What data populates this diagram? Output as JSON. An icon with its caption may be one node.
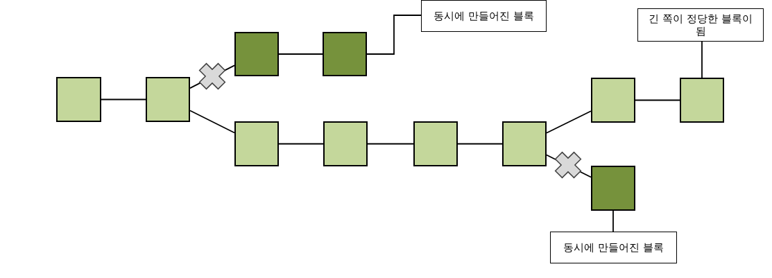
{
  "diagram": {
    "nodes": [
      {
        "text": [],
        "shape": "box"
      },
      {
        "text": [],
        "shape": "box"
      },
      {
        "text": [],
        "shape": "box"
      },
      {
        "text": [],
        "shape": "box"
      },
      {
        "text": [
          "동시에 만들어진 블록"
        ]
      },
      {
        "text": [],
        "shape": "box"
      },
      {
        "text": [],
        "shape": "box"
      },
      {
        "text": [],
        "shape": "box"
      },
      {
        "text": [],
        "shape": "box"
      },
      {
        "text": [],
        "shape": "box"
      },
      {
        "text": [
          "긴 쪽이 정당한 블록이 됨"
        ]
      },
      {
        "text": [],
        "shape": "box"
      },
      {
        "text": [],
        "shape": "box"
      },
      {
        "text": [
          "동시에 만들어진 블록"
        ]
      }
    ],
    "edges": [
      {
        "from": 0,
        "to": 1,
        "arrow": "none"
      },
      {
        "from": 1,
        "to": 2,
        "arrow": "none"
      },
      {
        "from": 2,
        "to": 3,
        "arrow": "none"
      },
      {
        "from": 3,
        "to": 4,
        "arrow": "none"
      },
      {
        "from": 1,
        "to": 5,
        "arrow": "none"
      },
      {
        "from": 5,
        "to": 6,
        "arrow": "none"
      },
      {
        "from": 6,
        "to": 7,
        "arrow": "none"
      },
      {
        "from": 7,
        "to": 8,
        "arrow": "none"
      },
      {
        "from": 8,
        "to": 9,
        "arrow": "none"
      },
      {
        "from": 9,
        "to": 11,
        "arrow": "none"
      },
      {
        "from": 11,
        "to": 10,
        "arrow": "none"
      },
      {
        "from": 8,
        "to": 12,
        "arrow": "none"
      },
      {
        "from": 12,
        "to": 13,
        "arrow": "none"
      }
    ]
  }
}
